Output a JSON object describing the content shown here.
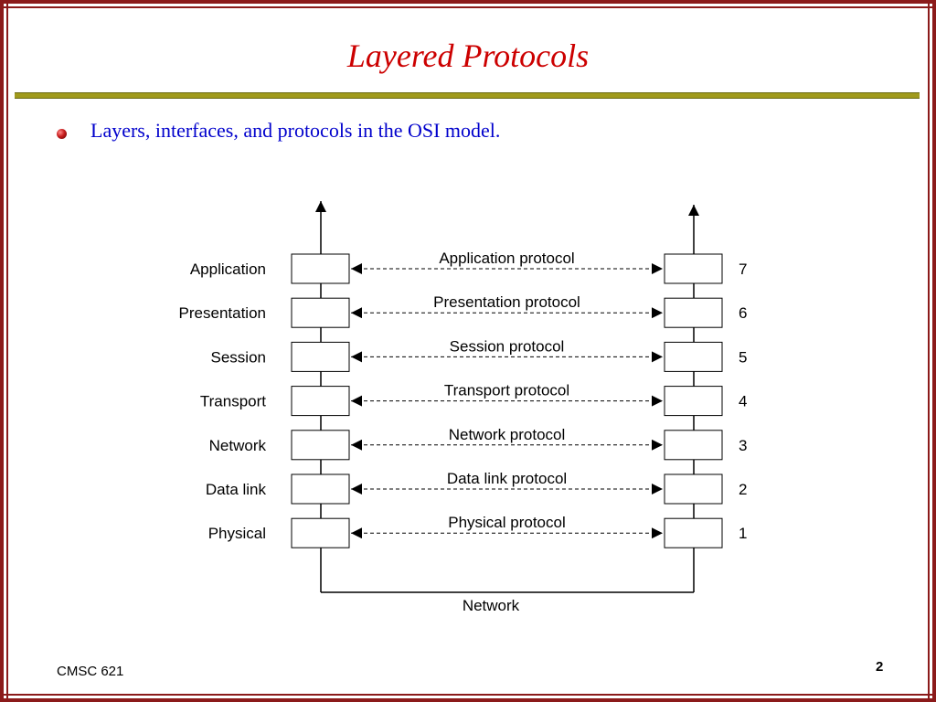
{
  "slide": {
    "title": "Layered Protocols",
    "bullet": "Layers, interfaces, and protocols in the OSI model.",
    "footer_left": "CMSC 621",
    "page_number": "2"
  },
  "diagram": {
    "layers": [
      {
        "name": "Application",
        "protocol": "Application protocol",
        "number": "7"
      },
      {
        "name": "Presentation",
        "protocol": "Presentation protocol",
        "number": "6"
      },
      {
        "name": "Session",
        "protocol": "Session protocol",
        "number": "5"
      },
      {
        "name": "Transport",
        "protocol": "Transport protocol",
        "number": "4"
      },
      {
        "name": "Network",
        "protocol": "Network protocol",
        "number": "3"
      },
      {
        "name": "Data link",
        "protocol": "Data link protocol",
        "number": "2"
      },
      {
        "name": "Physical",
        "protocol": "Physical protocol",
        "number": "1"
      }
    ],
    "bottom_label": "Network"
  }
}
